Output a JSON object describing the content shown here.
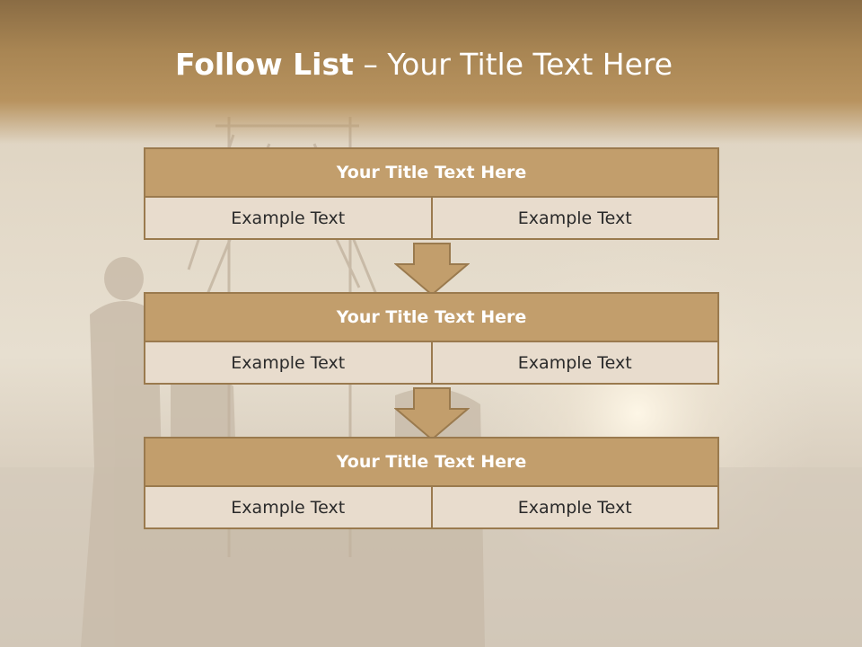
{
  "slide": {
    "title_bold": "Follow List",
    "title_rest": " – Your Title Text Here",
    "blocks": [
      {
        "title": "Your Title Text Here",
        "left": "Example Text",
        "right": "Example Text"
      },
      {
        "title": "Your Title Text Here",
        "left": "Example Text",
        "right": "Example Text"
      },
      {
        "title": "Your Title Text Here",
        "left": "Example Text",
        "right": "Example Text"
      }
    ]
  },
  "colors": {
    "header": "#a88553",
    "block_title": "#c29e6c",
    "cell": "#e8dccd",
    "border": "#9a7a4e",
    "arrow": "#c29e6c"
  }
}
